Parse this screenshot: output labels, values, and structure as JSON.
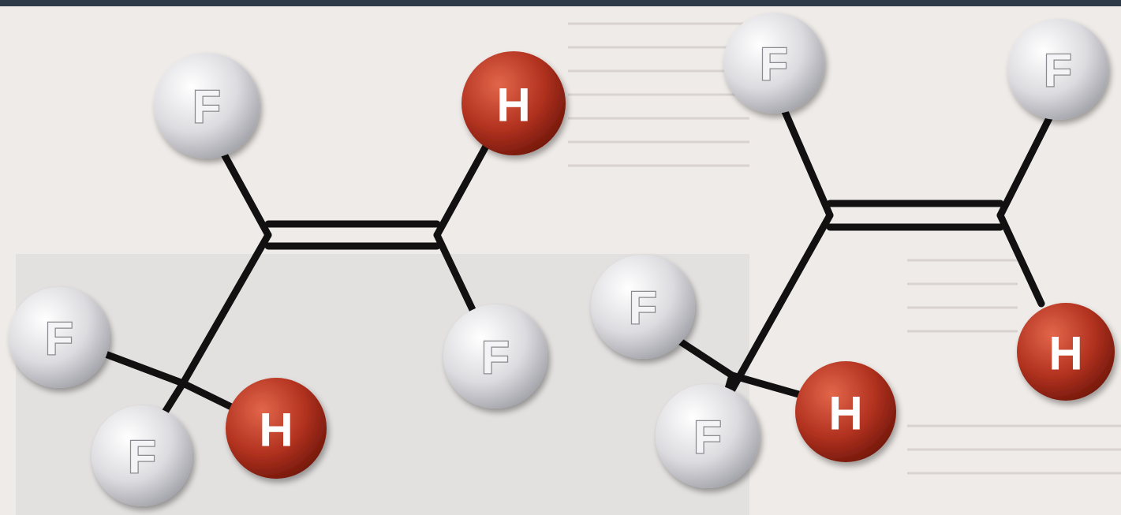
{
  "colors": {
    "page_bg": "#efebe8",
    "panel_shade": "#e3e1e0",
    "top_band": "#2e3a48",
    "bond": "#121010",
    "fluorine_light": "#ffffff",
    "fluorine_mid": "#dcdce0",
    "fluorine_dark": "#9a9aa2",
    "hydrogen_light": "#e2664a",
    "hydrogen_mid": "#b23220",
    "hydrogen_dark": "#6a1408"
  },
  "molecules": [
    {
      "id": "left",
      "atoms": [
        {
          "id": "F1",
          "element": "F",
          "label": "F"
        },
        {
          "id": "H1",
          "element": "H",
          "label": "H"
        },
        {
          "id": "F2",
          "element": "F",
          "label": "F"
        },
        {
          "id": "F3",
          "element": "F",
          "label": "F"
        },
        {
          "id": "F4",
          "element": "F",
          "label": "F"
        },
        {
          "id": "H2",
          "element": "H",
          "label": "H"
        }
      ]
    },
    {
      "id": "right",
      "atoms": [
        {
          "id": "F1",
          "element": "F",
          "label": "F"
        },
        {
          "id": "F2",
          "element": "F",
          "label": "F"
        },
        {
          "id": "H1",
          "element": "H",
          "label": "H"
        },
        {
          "id": "F3",
          "element": "F",
          "label": "F"
        },
        {
          "id": "F4",
          "element": "F",
          "label": "F"
        },
        {
          "id": "H2",
          "element": "H",
          "label": "H"
        }
      ]
    }
  ]
}
